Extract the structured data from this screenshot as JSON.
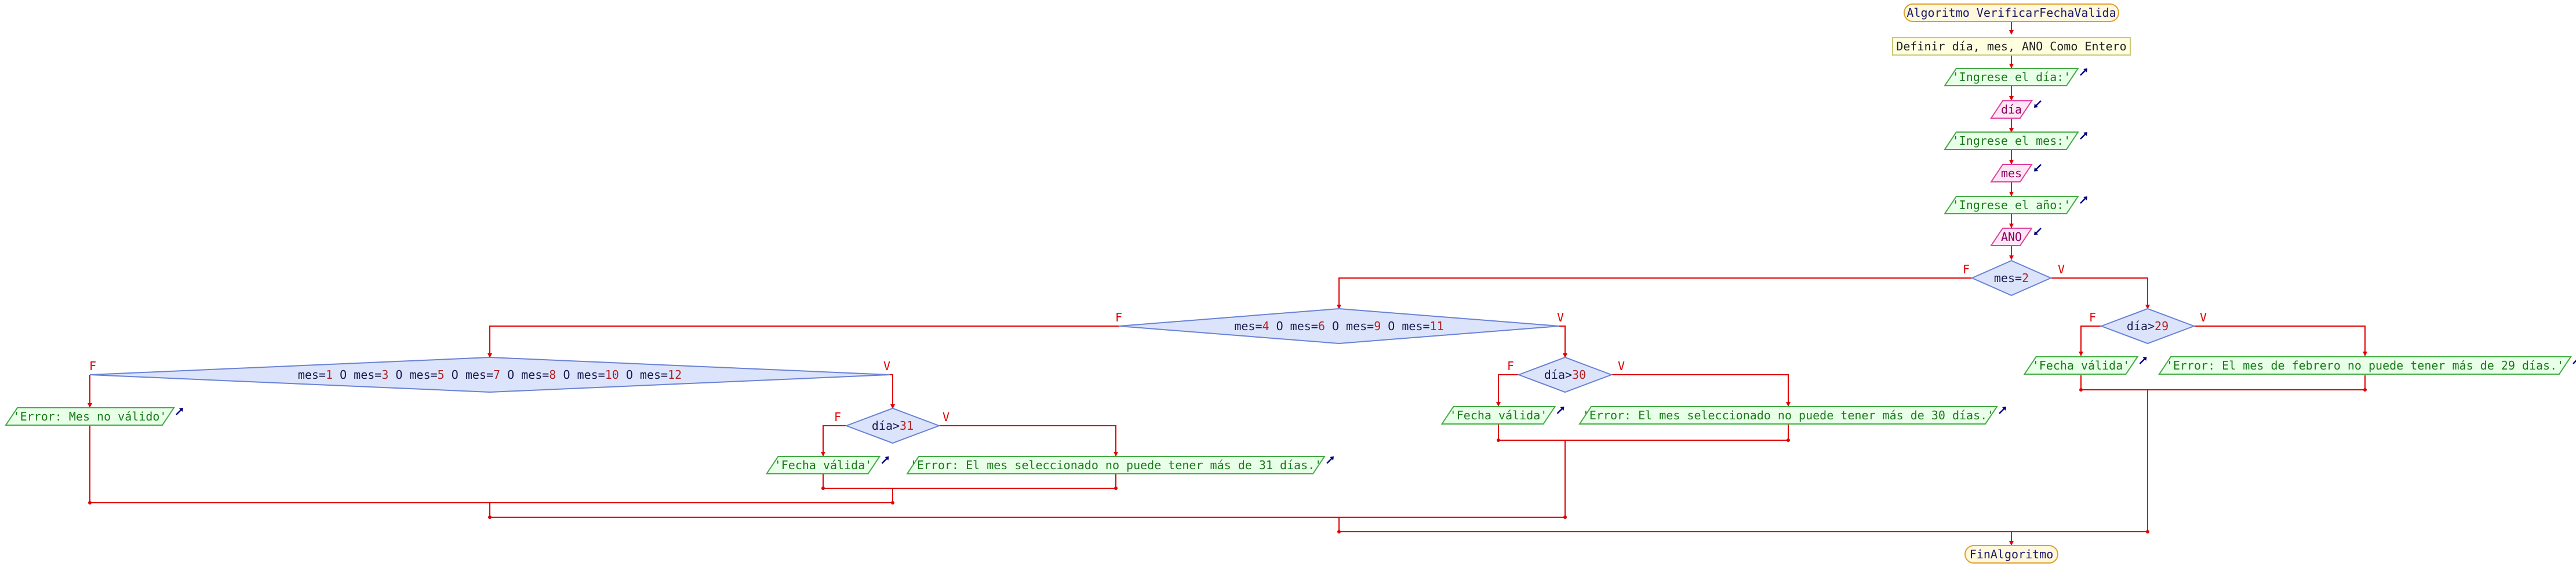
{
  "flowchart": {
    "start": "Algoritmo VerificarFechaValida",
    "define": "Definir día, mes, ANO Como Entero",
    "io": [
      {
        "prompt": "'Ingrese el día:'",
        "var": "día"
      },
      {
        "prompt": "'Ingrese el mes:'",
        "var": "mes"
      },
      {
        "prompt": "'Ingrese el año:'",
        "var": "ANO"
      }
    ],
    "true_label": "V",
    "false_label": "F",
    "decisions": {
      "mes_2": {
        "parts": [
          [
            "mes=",
            "t"
          ],
          [
            "2",
            "n"
          ]
        ]
      },
      "dia_29": {
        "parts": [
          [
            "día>",
            "t"
          ],
          [
            "29",
            "n"
          ]
        ]
      },
      "mes_30days": {
        "parts": [
          [
            "mes=",
            "t"
          ],
          [
            "4",
            "n"
          ],
          [
            " O mes=",
            "t"
          ],
          [
            "6",
            "n"
          ],
          [
            " O mes=",
            "t"
          ],
          [
            "9",
            "n"
          ],
          [
            " O mes=",
            "t"
          ],
          [
            "11",
            "n"
          ]
        ]
      },
      "dia_30": {
        "parts": [
          [
            "día>",
            "t"
          ],
          [
            "30",
            "n"
          ]
        ]
      },
      "mes_31days": {
        "parts": [
          [
            "mes=",
            "t"
          ],
          [
            "1",
            "n"
          ],
          [
            " O mes=",
            "t"
          ],
          [
            "3",
            "n"
          ],
          [
            " O mes=",
            "t"
          ],
          [
            "5",
            "n"
          ],
          [
            " O mes=",
            "t"
          ],
          [
            "7",
            "n"
          ],
          [
            " O mes=",
            "t"
          ],
          [
            "8",
            "n"
          ],
          [
            " O mes=",
            "t"
          ],
          [
            "10",
            "n"
          ],
          [
            " O mes=",
            "t"
          ],
          [
            "12",
            "n"
          ]
        ]
      },
      "dia_31": {
        "parts": [
          [
            "día>",
            "t"
          ],
          [
            "31",
            "n"
          ]
        ]
      }
    },
    "outputs": {
      "valid": "'Fecha válida'",
      "feb_error": "'Error: El mes de febrero no puede tener más de 29 días.'",
      "days30_error": "'Error: El mes seleccionado no puede tener más de 30 días.'",
      "days31_error": "'Error: El mes seleccionado no puede tener más de 31 días.'",
      "invalid_month": "'Error: Mes no válido'"
    },
    "end": "FinAlgoritmo"
  },
  "colors": {
    "line": "#e00000",
    "terminal_fill": "#fff8dc",
    "terminal_stroke": "#e0a030",
    "terminal_text": "#1a1a6e",
    "define_fill": "#ffffe0",
    "define_stroke": "#c8c87a",
    "output_fill": "#e8ffe8",
    "output_stroke": "#44aa44",
    "output_text": "#1a7a1a",
    "input_fill": "#ffe6f4",
    "input_stroke": "#e040a0",
    "input_text": "#8a0060",
    "decision_fill": "#dce4fb",
    "decision_stroke": "#6a82d6",
    "decision_text": "#1a1a4e",
    "number_text": "#b22222",
    "arrow_icon": "#000080"
  }
}
